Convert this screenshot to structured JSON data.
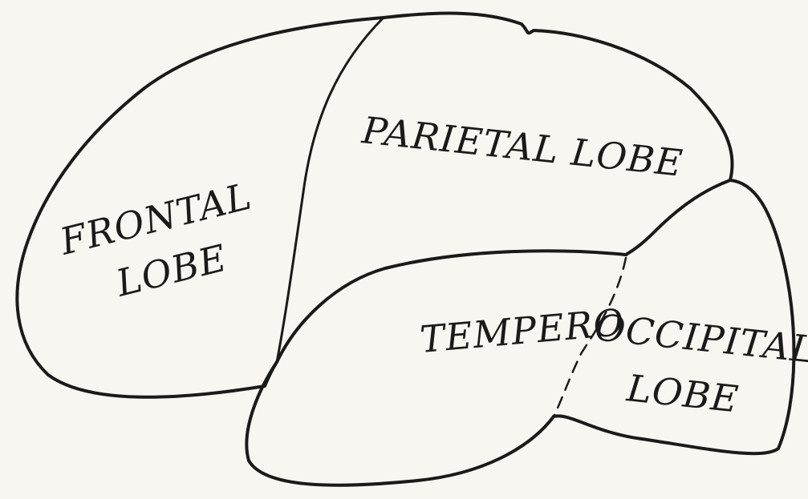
{
  "diagram": {
    "labels": {
      "frontal_line1": "FRONTAL",
      "frontal_line2": "LOBE",
      "parietal": "PARIETAL LOBE",
      "tempero": "TEMPERO",
      "occipital_line1": "OCCIPITAL",
      "occipital_line2": "LOBE"
    },
    "colors": {
      "background": "#f8f6f0",
      "ink": "#1a1a1a"
    }
  }
}
